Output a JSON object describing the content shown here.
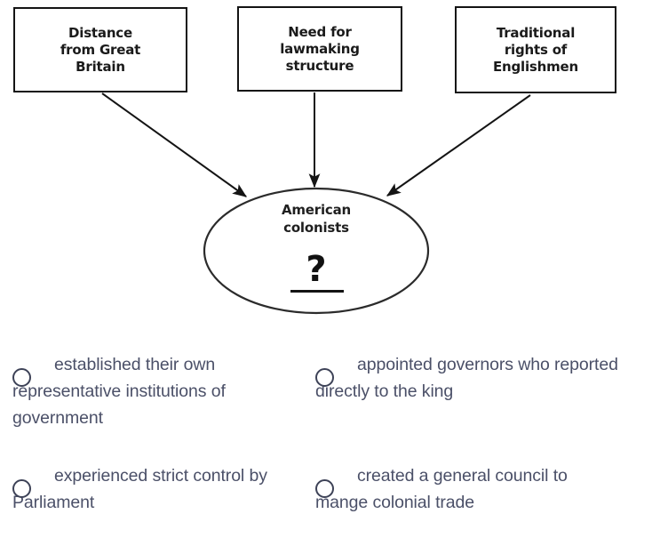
{
  "diagram": {
    "type": "cause-and-effect-web",
    "causes": [
      {
        "id": "distance",
        "label": "Distance\nfrom Great\nBritain"
      },
      {
        "id": "lawmaking",
        "label": "Need for\nlawmaking\nstructure"
      },
      {
        "id": "rights",
        "label": "Traditional\nrights of\nEnglishmen"
      }
    ],
    "effect": {
      "label": "American\ncolonists",
      "placeholder": "?",
      "blank": true
    },
    "arrows": [
      {
        "from": "distance",
        "to": "effect",
        "direction": "diagonal-down-right"
      },
      {
        "from": "lawmaking",
        "to": "effect",
        "direction": "straight-down"
      },
      {
        "from": "rights",
        "to": "effect",
        "direction": "diagonal-down-left"
      }
    ],
    "colors": {
      "outline": "#141414",
      "text": "#1a1a1a",
      "background": "#ffffff"
    }
  },
  "question": {
    "options": [
      {
        "id": "a",
        "text": "established their own representative institutions of government",
        "selected": false
      },
      {
        "id": "b",
        "text": "appointed governors who reported directly to the king",
        "selected": false
      },
      {
        "id": "c",
        "text": "experienced strict control by Parliament",
        "selected": false
      },
      {
        "id": "d",
        "text": "created a general council to mange colonial trade",
        "selected": false
      }
    ],
    "colors": {
      "radio_border": "#3d4257",
      "option_text": "#4b5068"
    }
  }
}
